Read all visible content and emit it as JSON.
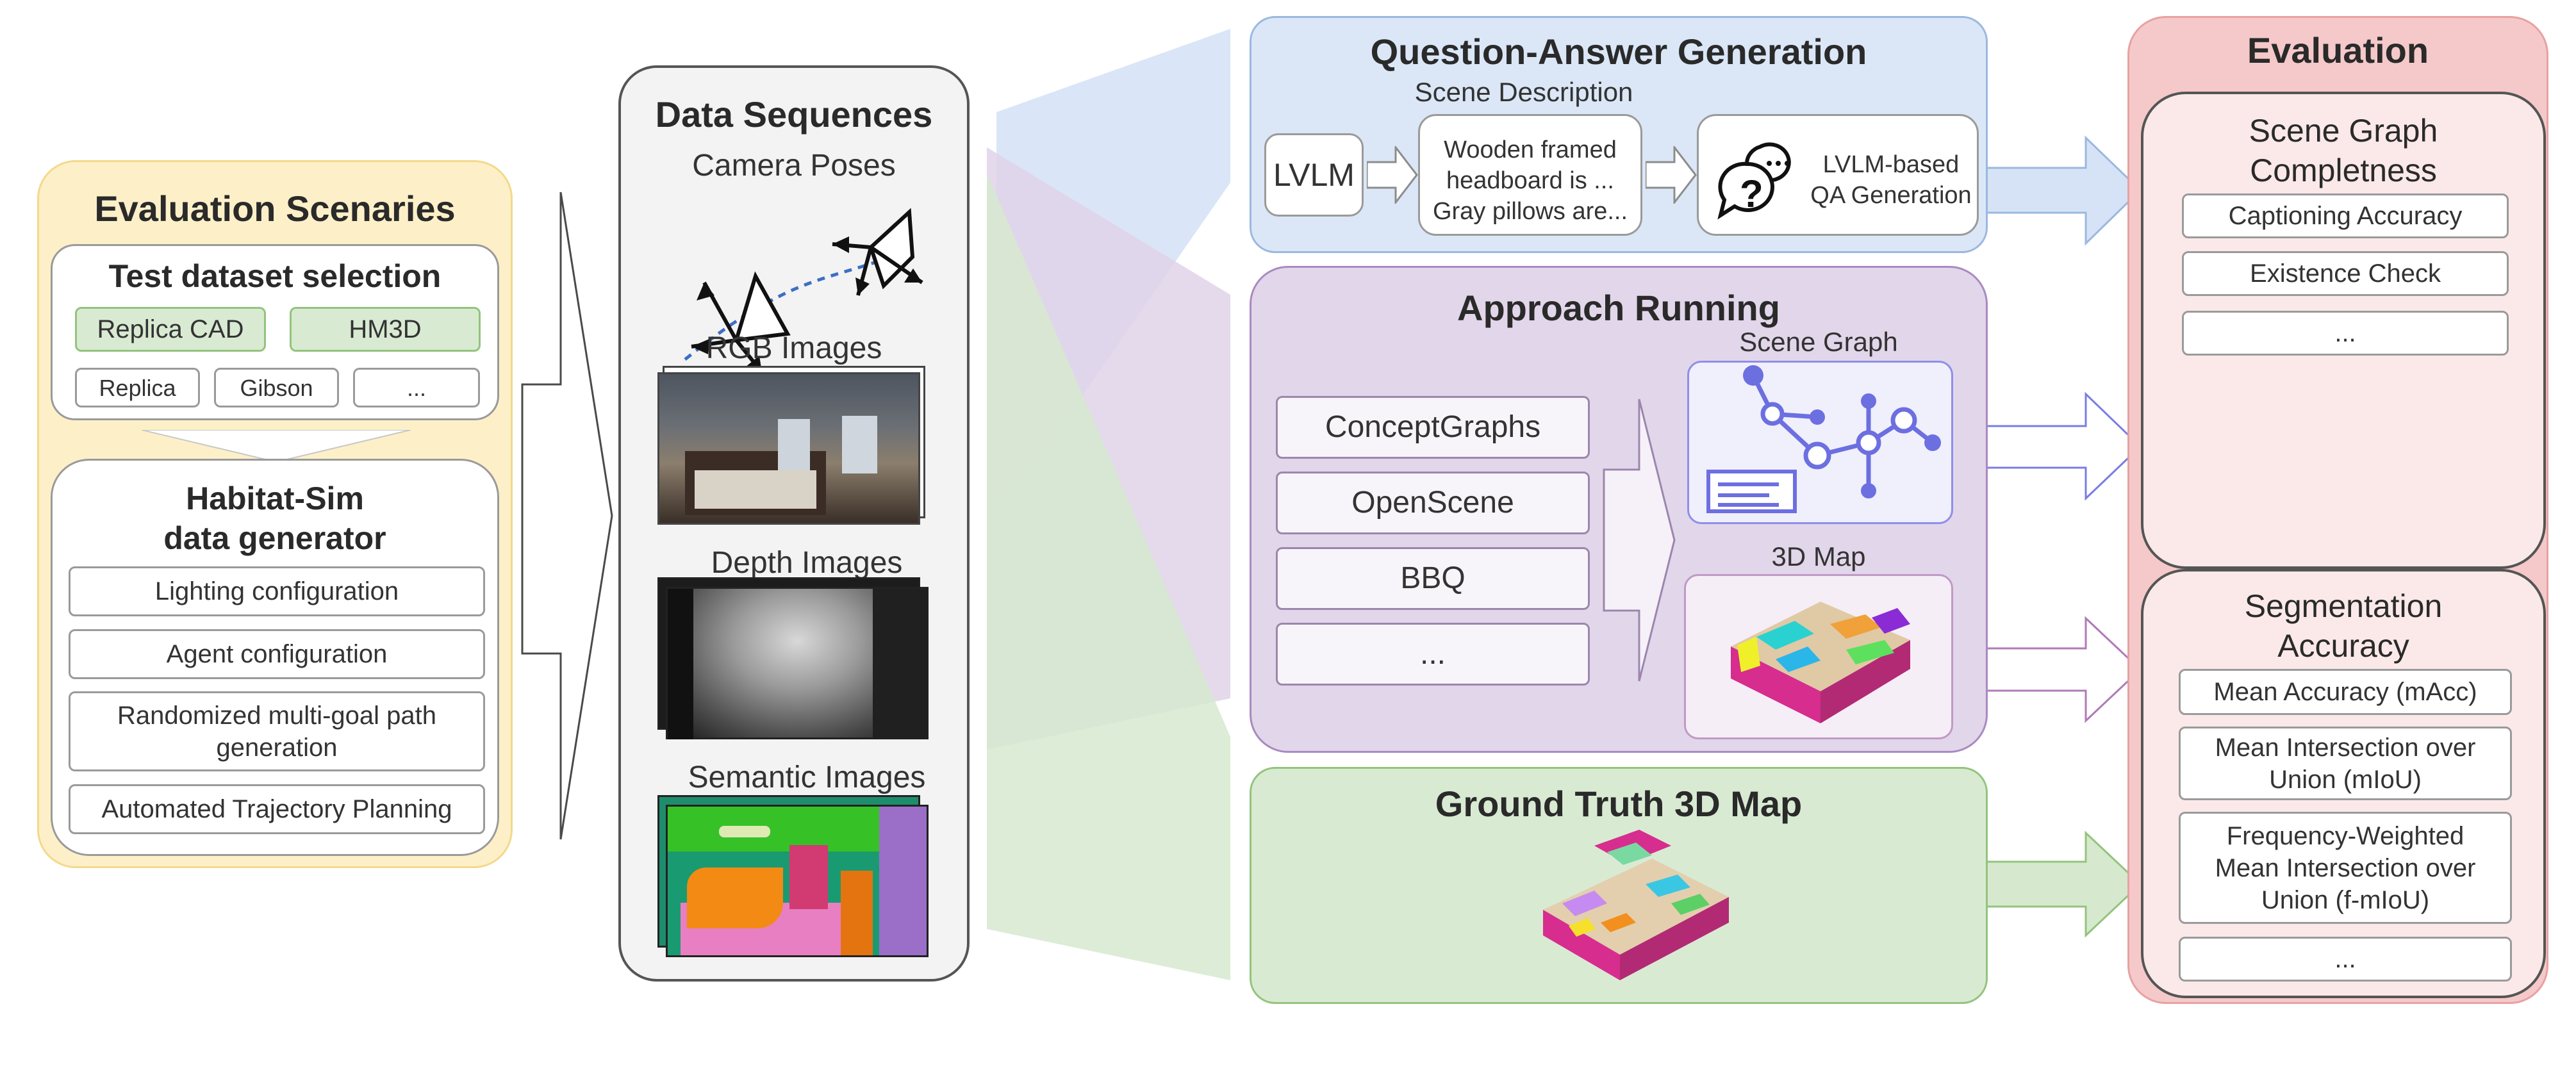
{
  "scenarios": {
    "title": "Evaluation Scenaries",
    "dataset": {
      "title": "Test dataset selection",
      "primary": [
        "Replica CAD",
        "HM3D"
      ],
      "secondary": [
        "Replica",
        "Gibson",
        "..."
      ]
    },
    "generator": {
      "title_line1": "Habitat-Sim",
      "title_line2": "data generator",
      "items": [
        "Lighting configuration",
        "Agent configuration",
        "Randomized multi-goal path generation",
        "Automated Trajectory Planning"
      ]
    }
  },
  "sequences": {
    "title": "Data Sequences",
    "camera": "Camera Poses",
    "rgb": "RGB Images",
    "depth": "Depth Images",
    "semantic": "Semantic Images"
  },
  "qa": {
    "title": "Question-Answer Generation",
    "scene_desc_label": "Scene Description",
    "lvlm": "LVLM",
    "desc_line1": "Wooden framed",
    "desc_line2": "headboard is ...",
    "desc_line3": "Gray  pillows are...",
    "qa_line1": "LVLM-based",
    "qa_line2": "QA Generation"
  },
  "approach": {
    "title": "Approach Running",
    "methods": [
      "ConceptGraphs",
      "OpenScene",
      "BBQ",
      "..."
    ],
    "scene_graph": "Scene Graph",
    "map3d": "3D Map"
  },
  "groundtruth": {
    "title": "Ground Truth 3D Map"
  },
  "evaluation": {
    "title": "Evaluation",
    "sgc": {
      "title_line1": "Scene Graph",
      "title_line2": "Completness",
      "items": [
        "Captioning Accuracy",
        "Existence Check",
        "..."
      ]
    },
    "seg": {
      "title_line1": "Segmentation",
      "title_line2": "Accuracy",
      "items": [
        "Mean Accuracy (mAcc)",
        "Mean Intersection over Union (mIoU)",
        "Frequency-Weighted Mean Intersection over Union (f-mIoU)",
        "..."
      ]
    }
  },
  "colors": {
    "yellow_fill": "#fdf0c8",
    "yellow_border": "#f3d98b",
    "blue_fill": "#dbe7f7",
    "blue_border": "#9bb8df",
    "purple_fill": "#e2d6ea",
    "purple_border": "#a98ac1",
    "green_fill": "#d9ead3",
    "green_border": "#93c47d",
    "red_fill": "#f5c9c9",
    "red_border": "#e8a1a1",
    "graph_accent": "#6c6fe0"
  }
}
